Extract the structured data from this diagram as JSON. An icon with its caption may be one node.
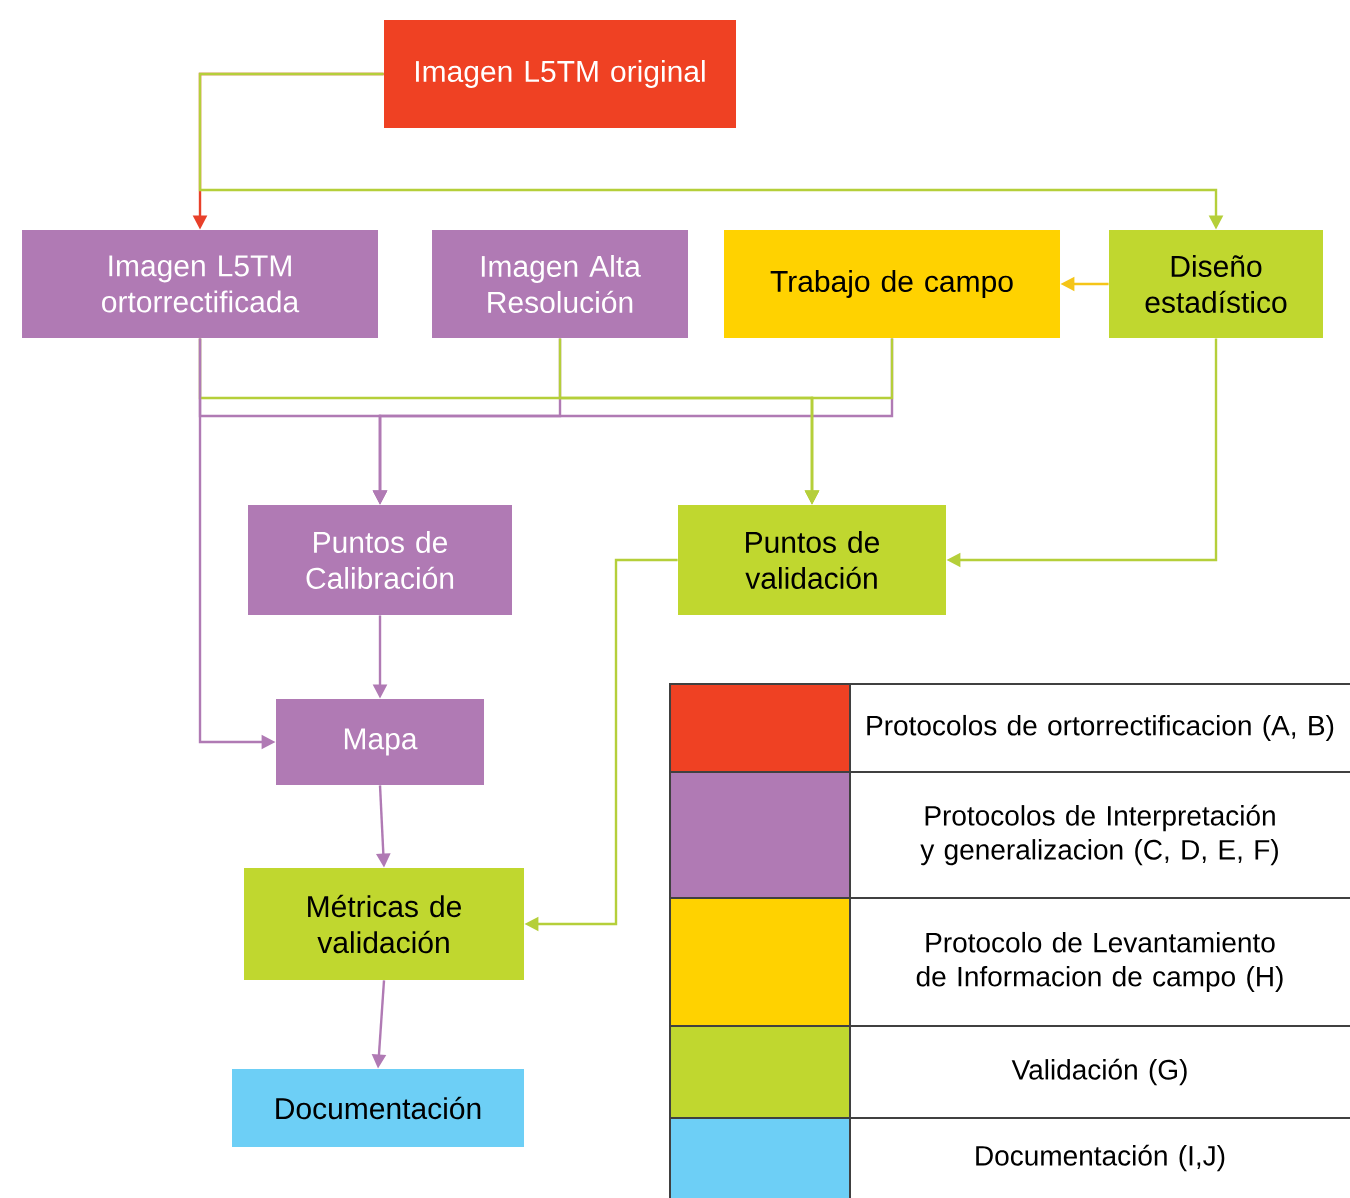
{
  "diagram": {
    "nodes": [
      {
        "text": [
          "Imagen L5TM original"
        ]
      },
      {
        "text": [
          "Imagen L5TM ortorrectificada"
        ]
      },
      {
        "text": [
          "Imagen Alta Resolución"
        ]
      },
      {
        "text": [
          "Trabajo de campo"
        ]
      },
      {
        "text": [
          "Diseño estadístico"
        ]
      },
      {
        "text": [
          "Puntos de Calibración"
        ]
      },
      {
        "text": [
          "Puntos de validación"
        ]
      },
      {
        "text": [
          "Mapa"
        ]
      },
      {
        "text": [
          "Métricas de validación"
        ]
      },
      {
        "text": [
          "Documentación"
        ]
      }
    ],
    "edges": [
      {
        "from": 0,
        "to": 1,
        "arrow": "to",
        "color": "#e8402a"
      },
      {
        "from": 0,
        "to": 4,
        "arrow": "to",
        "color": "#b5cf3a"
      },
      {
        "from": 4,
        "to": 3,
        "arrow": "to",
        "color": "#f5c518"
      },
      {
        "from": 1,
        "to": 5,
        "arrow": "to"
      },
      {
        "from": 2,
        "to": 5,
        "arrow": "to"
      },
      {
        "from": 3,
        "to": 5,
        "arrow": "to"
      },
      {
        "from": 1,
        "to": 6,
        "arrow": "to",
        "color": "#b5cf3a"
      },
      {
        "from": 2,
        "to": 6,
        "arrow": "to",
        "color": "#b5cf3a"
      },
      {
        "from": 3,
        "to": 6,
        "arrow": "to",
        "color": "#b5cf3a"
      },
      {
        "from": 4,
        "to": 6,
        "arrow": "to",
        "color": "#b5cf3a"
      },
      {
        "from": 1,
        "to": 7,
        "arrow": "to"
      },
      {
        "from": 5,
        "to": 7,
        "arrow": "to"
      },
      {
        "from": 6,
        "to": 8,
        "arrow": "to",
        "color": "#b5cf3a"
      },
      {
        "from": 7,
        "to": 8,
        "arrow": "to"
      },
      {
        "from": 8,
        "to": 9,
        "arrow": "to"
      }
    ],
    "legend": [
      {
        "text": "Protocolos de ortorrectificacion (A, B)",
        "color": "#ef4123"
      },
      {
        "text": "Protocolos de Interpretación y generalizacion (C, D, E, F)",
        "color": "#b07ab4"
      },
      {
        "text": "Protocolo de Levantamiento de Informacion de campo (H)",
        "color": "#ffd200"
      },
      {
        "text": "Validación (G)",
        "color": "#c0d72f"
      },
      {
        "text": "Documentación (I,J)",
        "color": "#6dcff6"
      }
    ]
  }
}
